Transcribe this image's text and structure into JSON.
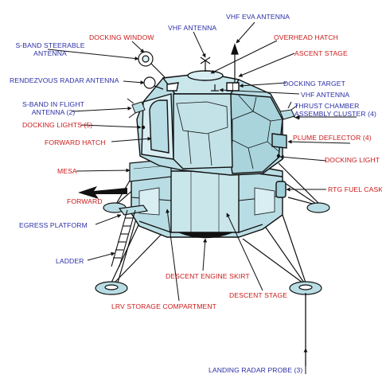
{
  "colors": {
    "blue_label": "#2b2fa6",
    "red_label": "#cc1a1a",
    "craft_fill": "#b9dde4",
    "craft_fill_light": "#d8eef2",
    "outline": "#111111",
    "background": "#ffffff"
  },
  "labels": {
    "vhf_eva_antenna": "VHF EVA ANTENNA",
    "vhf_antenna_top": "VHF ANTENNA",
    "docking_window": "DOCKING WINDOW",
    "overhead_hatch": "OVERHEAD HATCH",
    "s_band_steerable_1": "S-BAND STEERABLE",
    "s_band_steerable_2": "ANTENNA",
    "ascent_stage": "ASCENT STAGE",
    "rendezvous_radar": "RENDEZVOUS RADAR ANTENNA",
    "docking_target": "DOCKING TARGET",
    "vhf_antenna_right": "VHF ANTENNA",
    "s_band_inflight_1": "S-BAND IN FLIGHT",
    "s_band_inflight_2": "ANTENNA (2)",
    "thrust_chamber_1": "THRUST CHAMBER",
    "thrust_chamber_2": "ASSEMBLY CLUSTER (4)",
    "docking_lights": "DOCKING LIGHTS (5)",
    "plume_deflector": "PLUME DEFLECTOR (4)",
    "forward_hatch": "FORWARD HATCH",
    "docking_light": "DOCKING LIGHT",
    "mesa": "MESA",
    "rtg_fuel_cask": "RTG FUEL CASK",
    "forward": "FORWARD",
    "egress_platform": "EGRESS PLATFORM",
    "ladder": "LADDER",
    "descent_engine_skirt": "DESCENT ENGINE SKIRT",
    "descent_stage": "DESCENT STAGE",
    "lrv_storage": "LRV STORAGE COMPARTMENT",
    "landing_radar_probe": "LANDING RADAR PROBE (3)"
  }
}
